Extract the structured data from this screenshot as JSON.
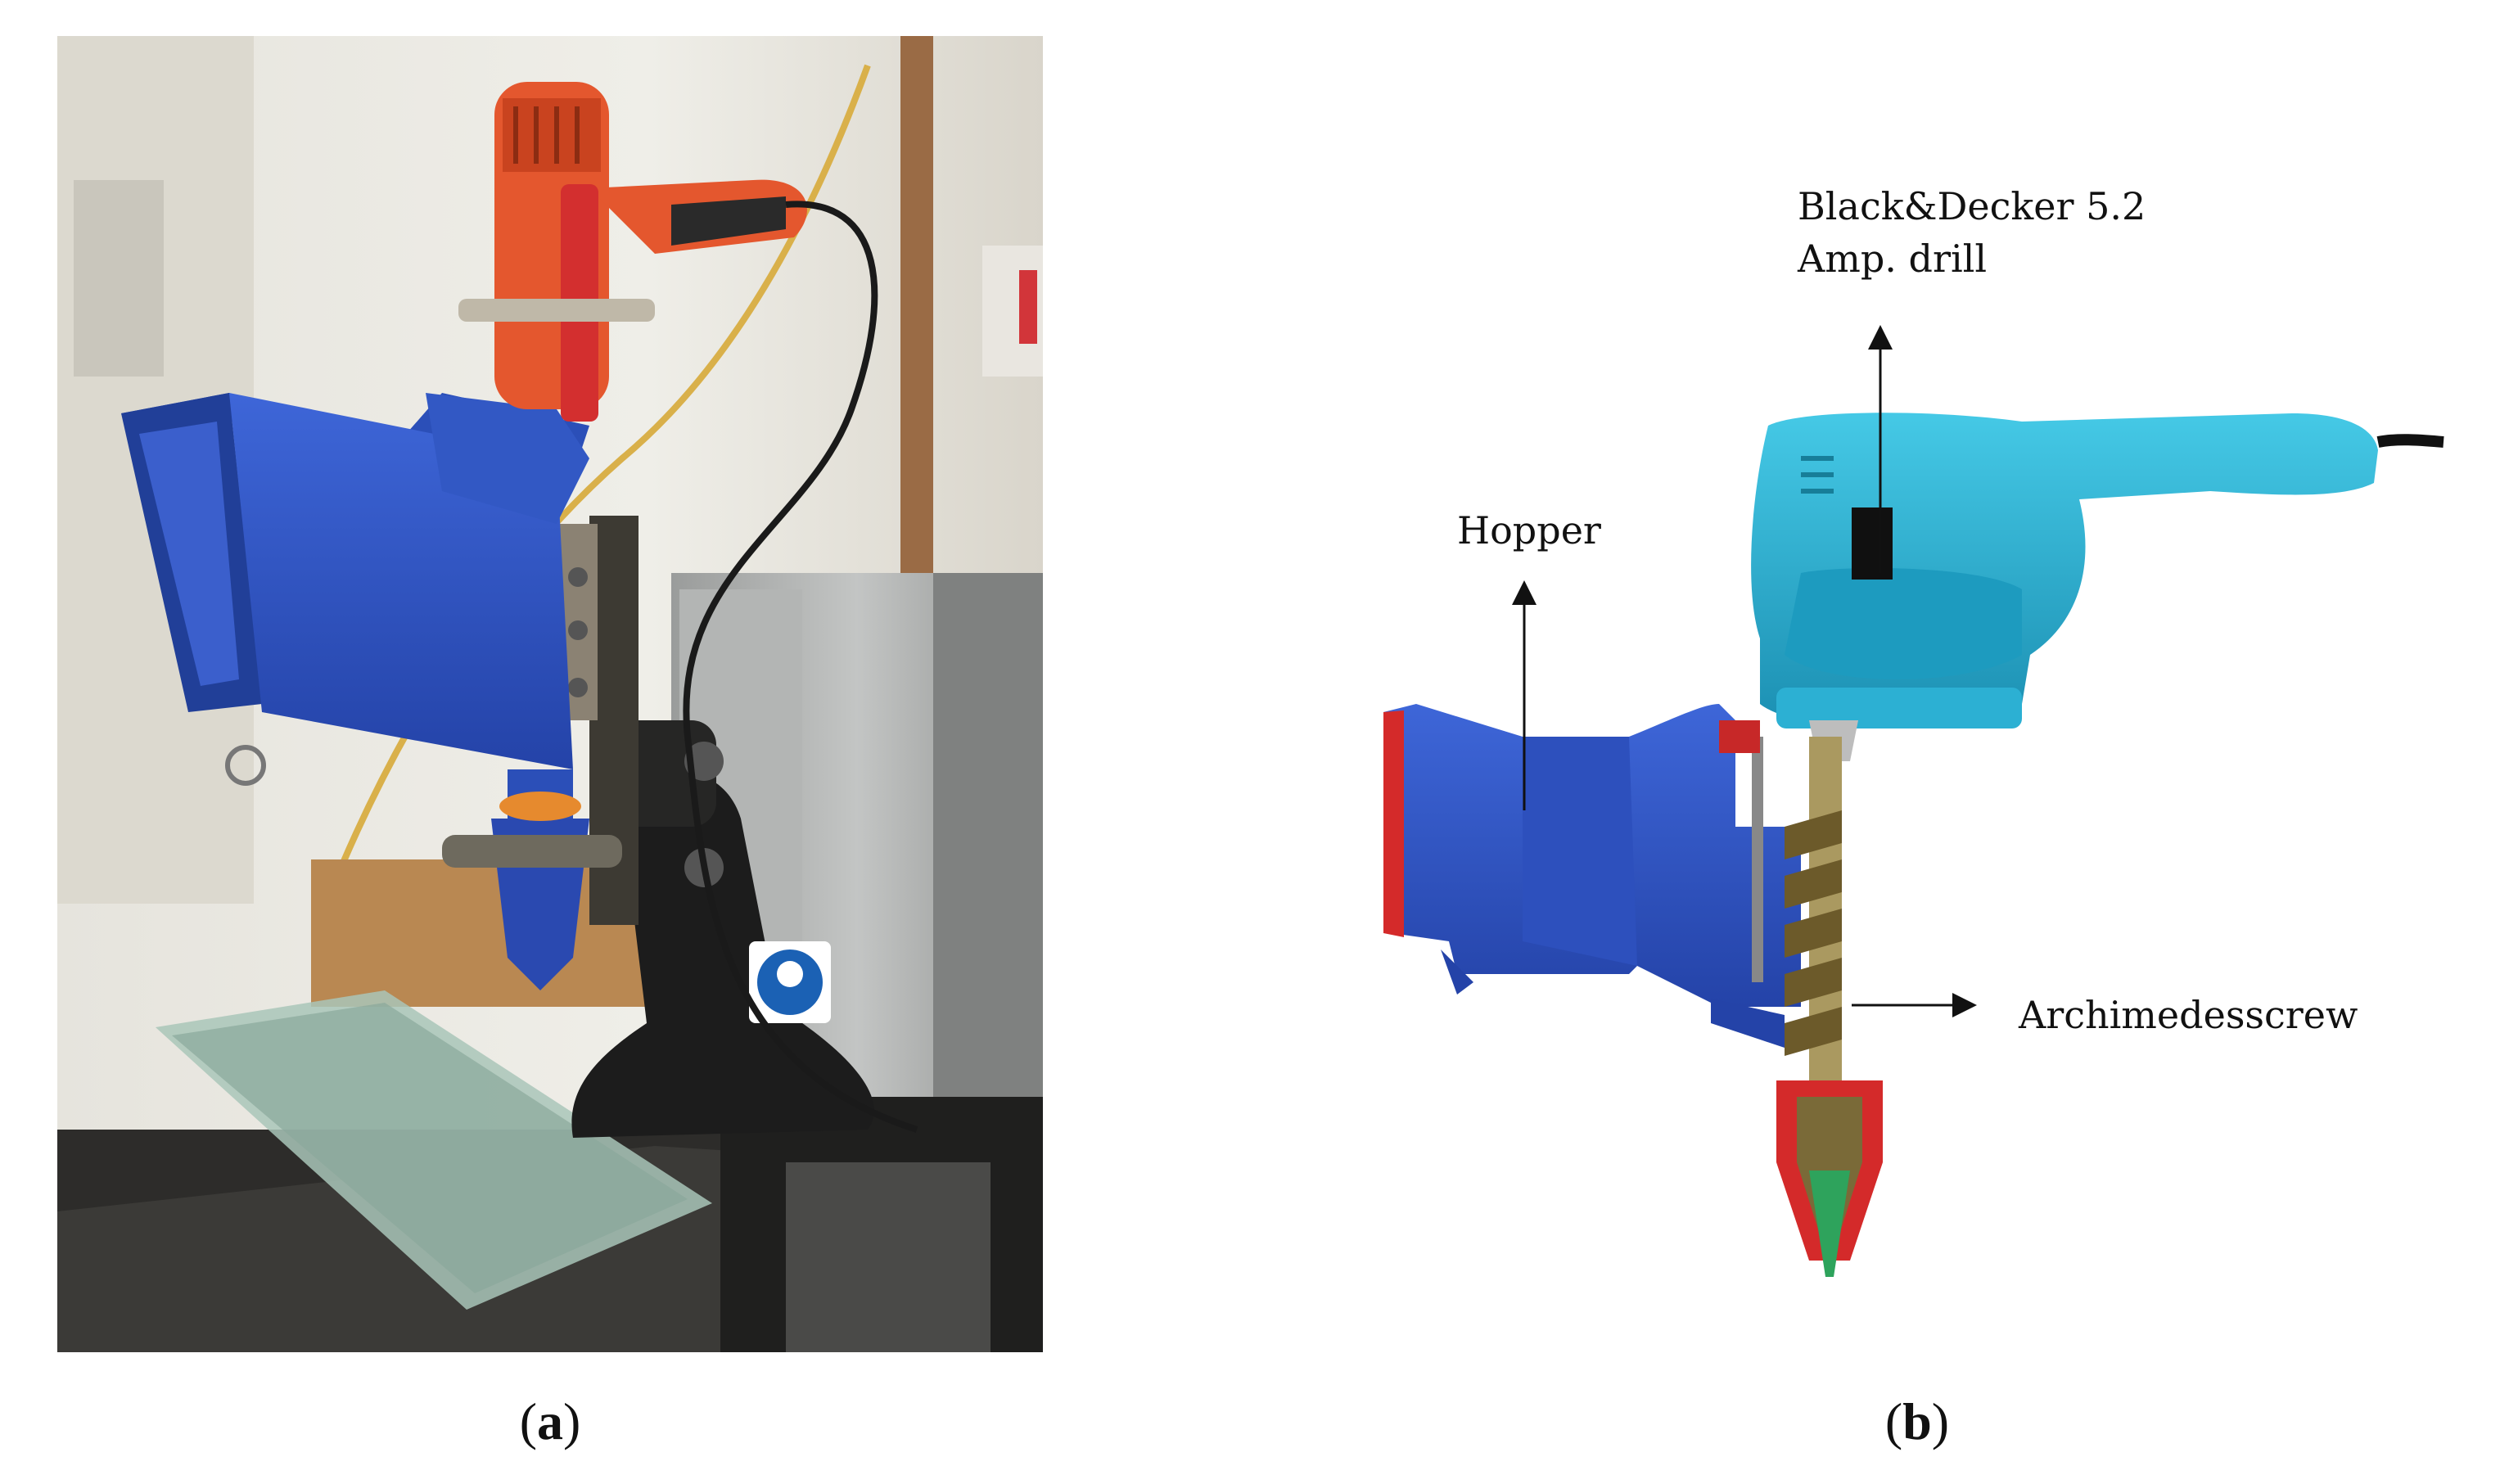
{
  "panel_a": {
    "caption_letter": "a"
  },
  "panel_b": {
    "caption_letter": "b",
    "labels": {
      "drill_line1": "Black&Decker 5.2",
      "drill_line2": "Amp. drill",
      "hopper": "Hopper",
      "screw": "Archimedesscrew"
    }
  },
  "colors": {
    "hopper_blue": "#2f55c8",
    "drill_cyan": "#2bb4d6",
    "drill_orange": "#e8532a",
    "nozzle_red": "#d42a2a"
  }
}
